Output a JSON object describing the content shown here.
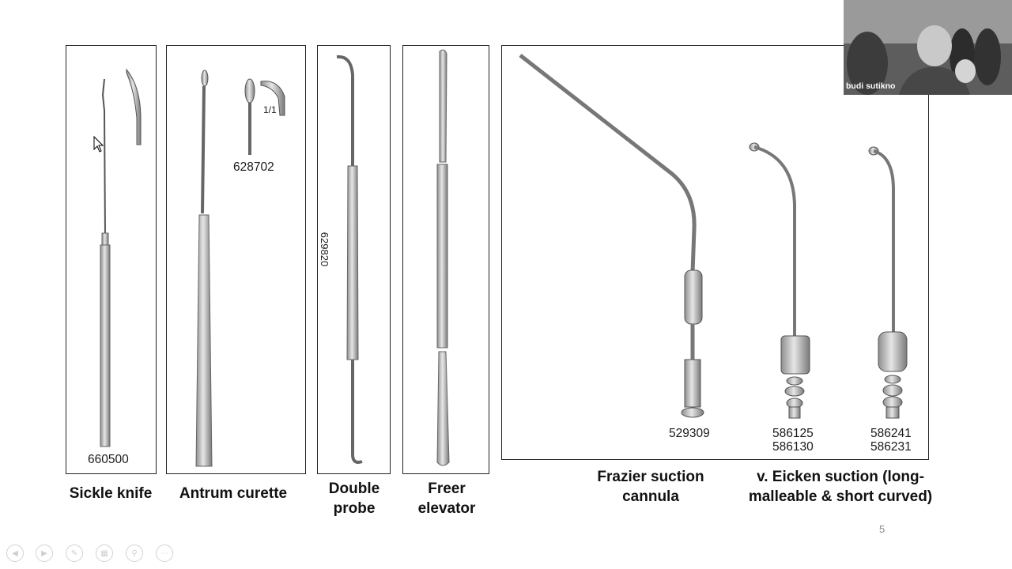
{
  "slide": {
    "page_number": "5",
    "panels": [
      {
        "name": "sickle-knife",
        "catalog": "660500",
        "caption": "Sickle knife"
      },
      {
        "name": "antrum-curette",
        "catalog": "628702",
        "detail_scale": "1/1",
        "caption": "Antrum curette"
      },
      {
        "name": "double-probe",
        "catalog": "629820",
        "caption_lines": [
          "Double",
          "probe"
        ]
      },
      {
        "name": "freer-elevator",
        "caption_lines": [
          "Freer",
          "elevator"
        ]
      }
    ],
    "suction_panel": {
      "frazier_catalog": "529309",
      "eicken_long_catalog": [
        "586125",
        "586130"
      ],
      "eicken_short_catalog": [
        "586241",
        "586231"
      ],
      "frazier_caption": [
        "Frazier suction",
        "cannula"
      ],
      "eicken_caption": [
        "v. Eicken suction (long-",
        "malleable & short curved)"
      ]
    }
  },
  "video": {
    "participant_name": "budi sutikno"
  },
  "colors": {
    "panel_border": "#222222",
    "caption_text": "#111111",
    "video_bg": "#6e6e6e"
  },
  "presenter_controls": [
    "prev-icon",
    "next-icon",
    "pen-icon",
    "slides-icon",
    "zoom-icon",
    "more-icon"
  ]
}
